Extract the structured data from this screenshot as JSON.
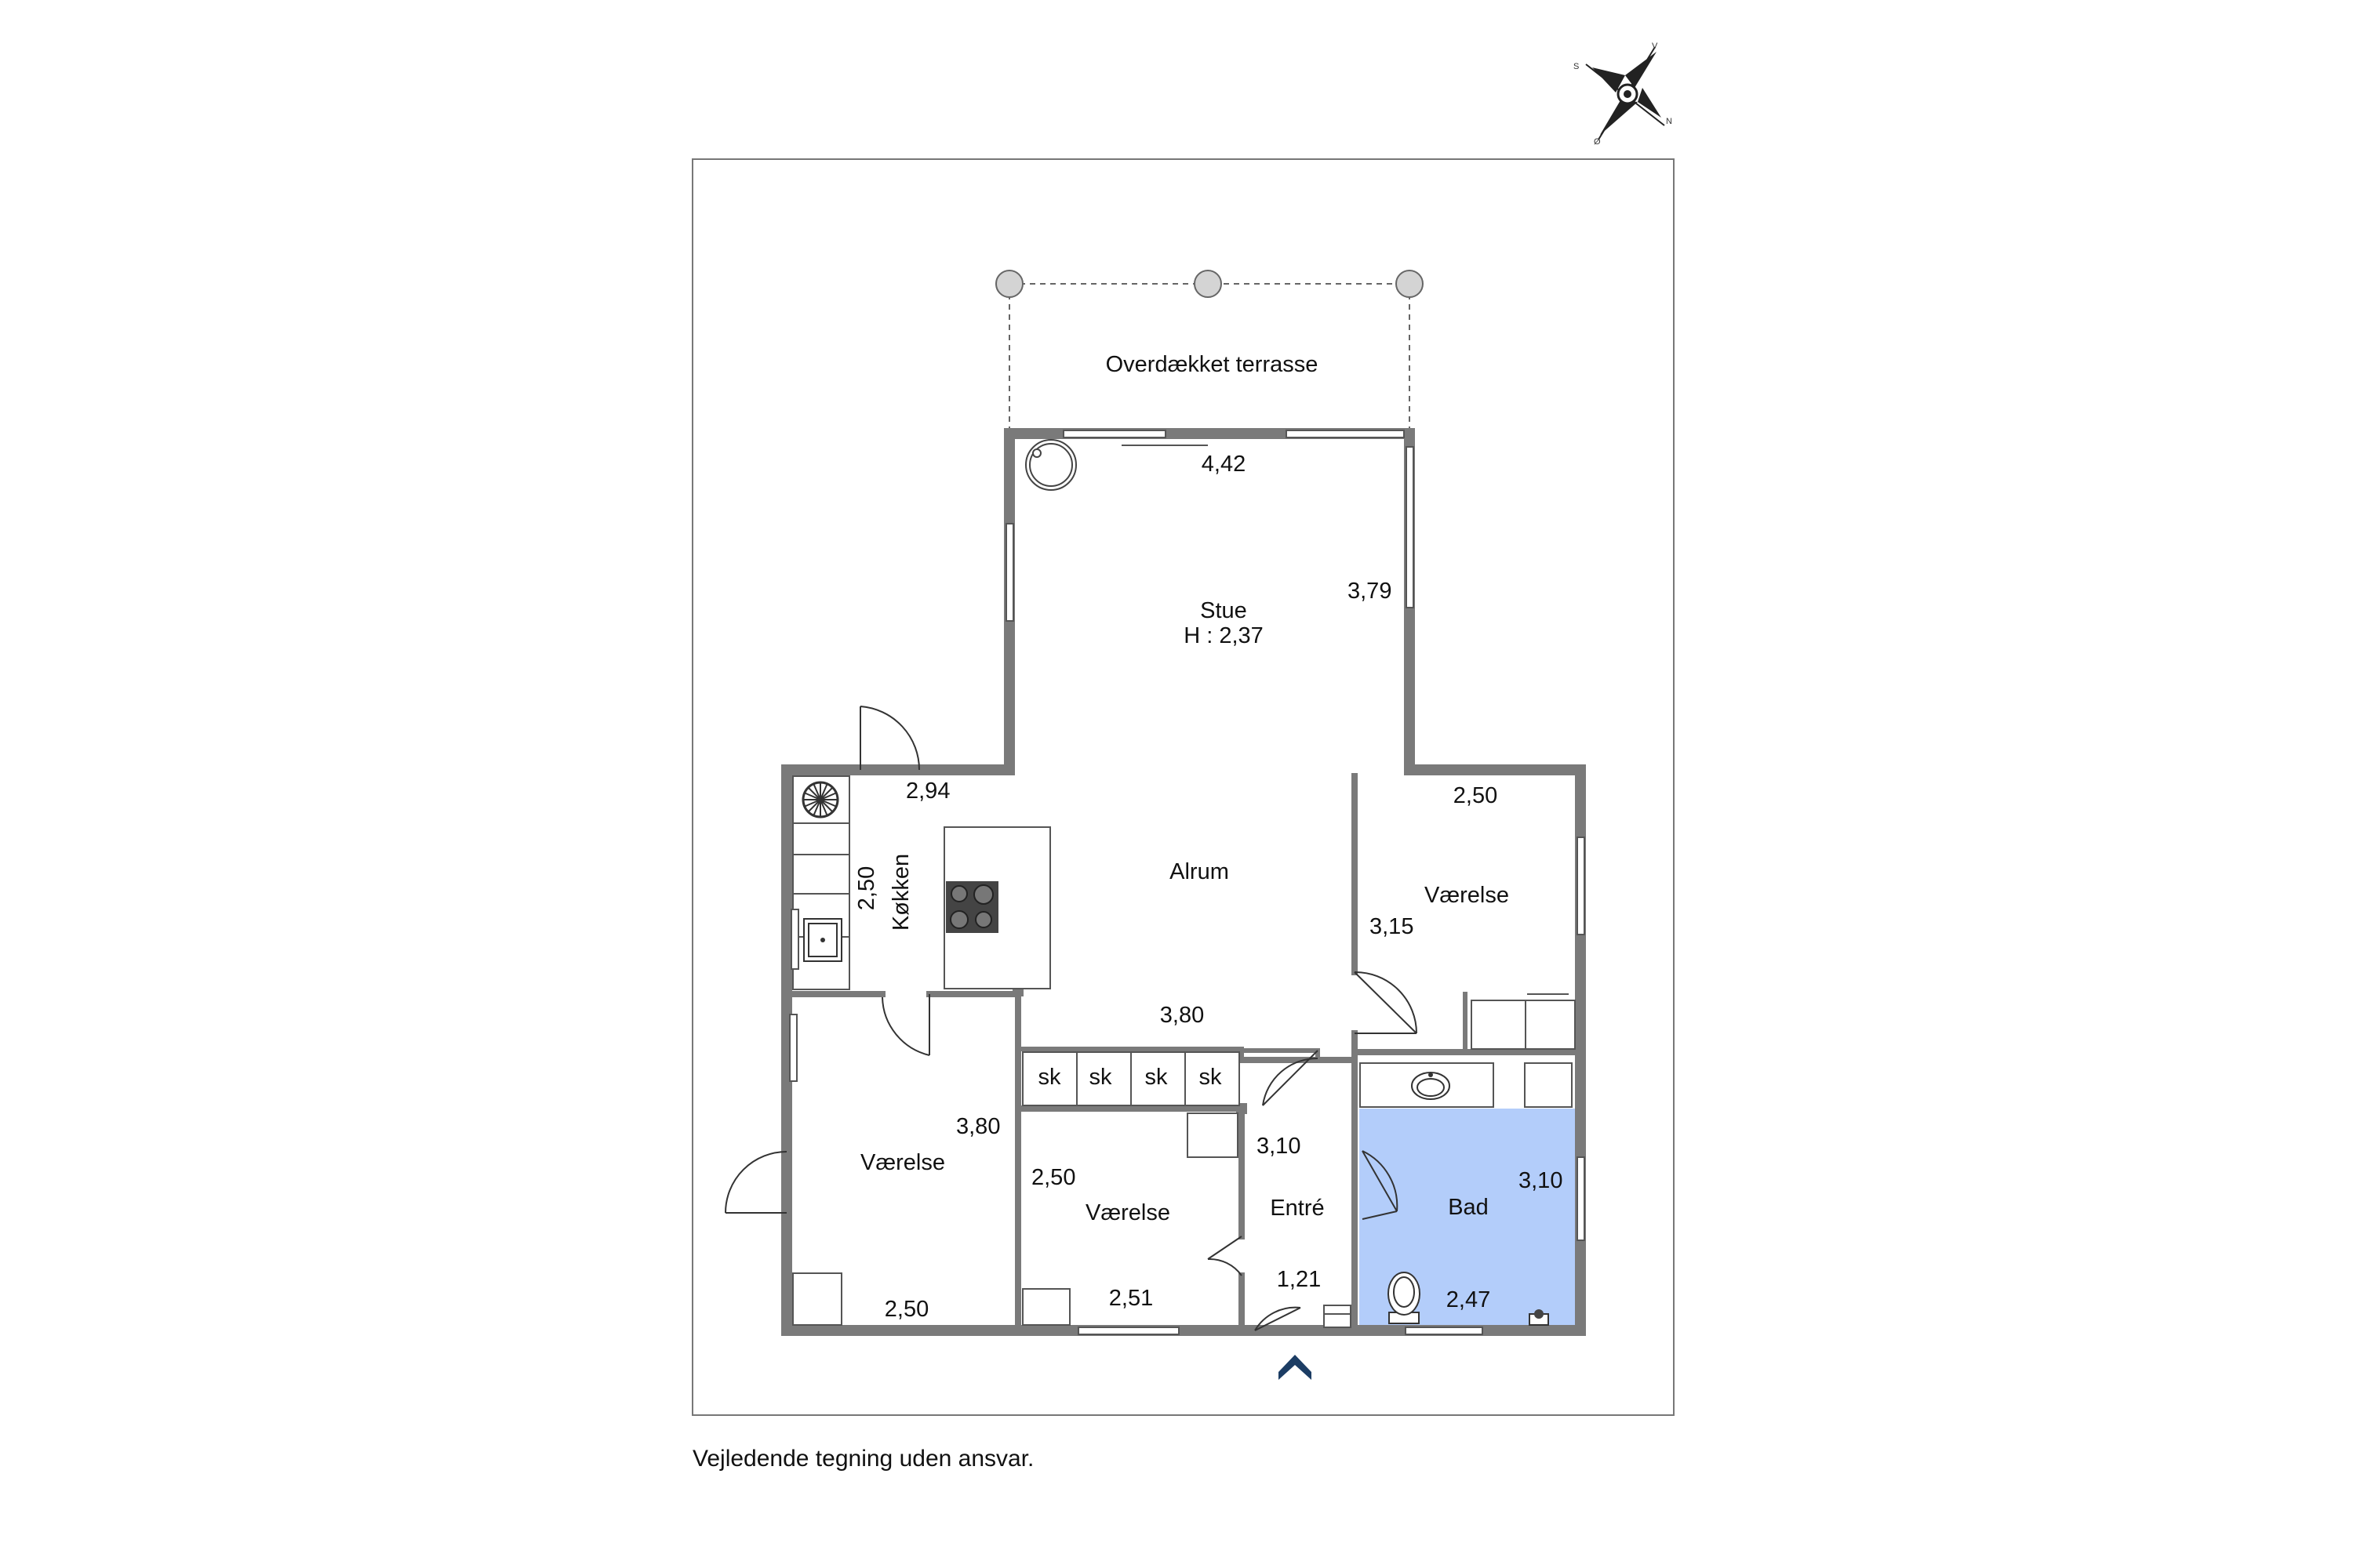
{
  "compass": {
    "letters": [
      "S",
      "V",
      "N",
      "Ø"
    ]
  },
  "colors": {
    "bath": "#b3cdfa",
    "wall": "#7a7a7a",
    "entry_arrow": "#1c3d64"
  },
  "terrace": {
    "label": "Overdækket terrasse"
  },
  "rooms": {
    "stue": {
      "name": "Stue",
      "height": "H : 2,37",
      "dim_top": "4,42",
      "dim_side": "3,79"
    },
    "alrum": {
      "name": "Alrum",
      "dim_top": "2,94",
      "dim_bottom": "3,80"
    },
    "kokken": {
      "name": "Køkken",
      "dim": "2,50"
    },
    "vaerelse_ne": {
      "name": "Værelse",
      "dim_w": "2,50",
      "dim_h": "3,15"
    },
    "vaerelse_sw": {
      "name": "Værelse",
      "dim_h": "3,80",
      "dim_w": "2,50"
    },
    "vaerelse_s": {
      "name": "Værelse",
      "dim_h": "2,50",
      "dim_w": "2,51"
    },
    "entre": {
      "name": "Entré",
      "dim_h": "3,10",
      "dim_w": "1,21"
    },
    "bad": {
      "name": "Bad",
      "dim_h": "3,10",
      "dim_w": "2,47"
    }
  },
  "closets": [
    "sk",
    "sk",
    "sk",
    "sk"
  ],
  "disclaimer": "Vejledende tegning uden ansvar."
}
